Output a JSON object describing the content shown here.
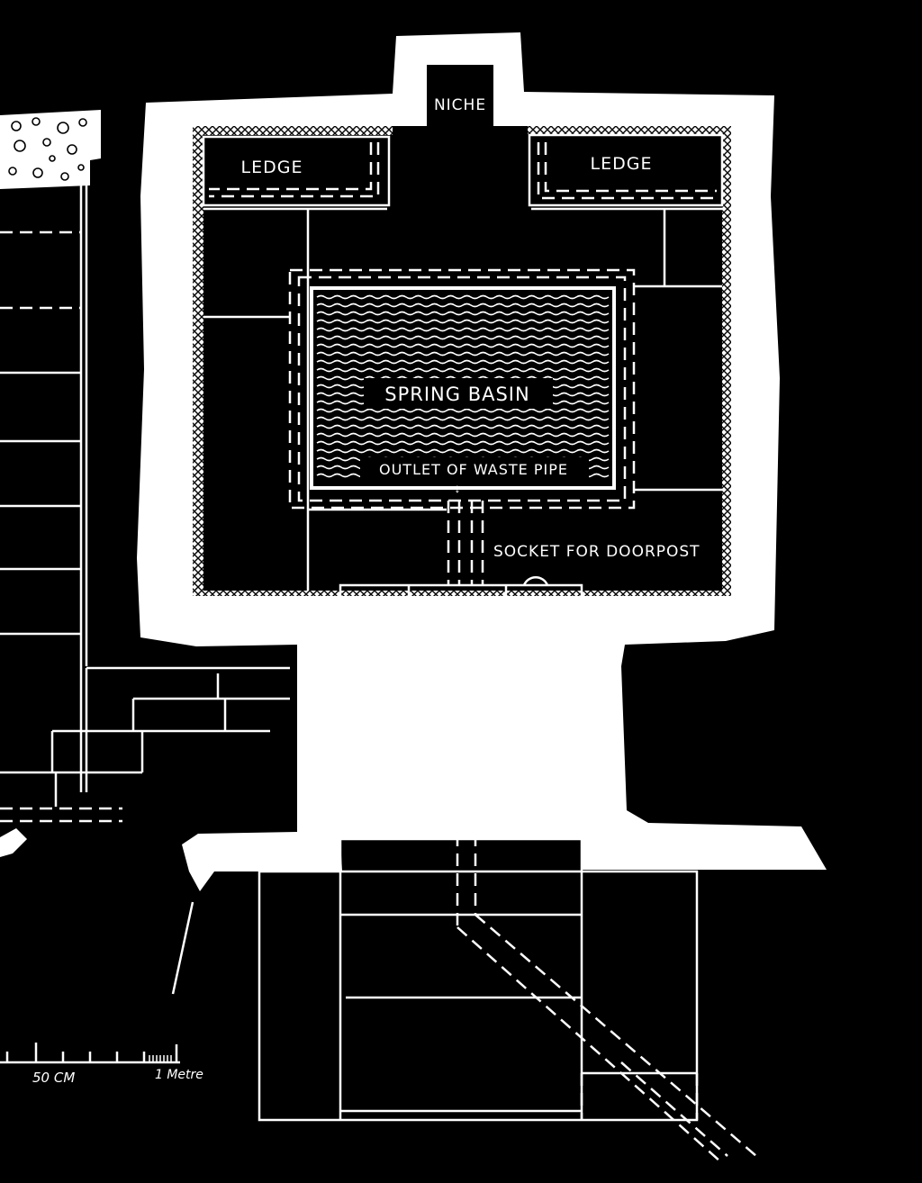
{
  "labels": {
    "niche": "NICHE",
    "ledge_left": "LEDGE",
    "ledge_right": "LEDGE",
    "spring_basin": "SPRING BASIN",
    "outlet": "OUTLET OF WASTE PIPE",
    "socket": "SOCKET FOR DOORPOST"
  },
  "scale_bar": {
    "label_mid": "50 CM",
    "label_end": "1 Metre"
  },
  "colors": {
    "background": "#000000",
    "wall": "#ffffff",
    "water": "#1a1a1a"
  }
}
